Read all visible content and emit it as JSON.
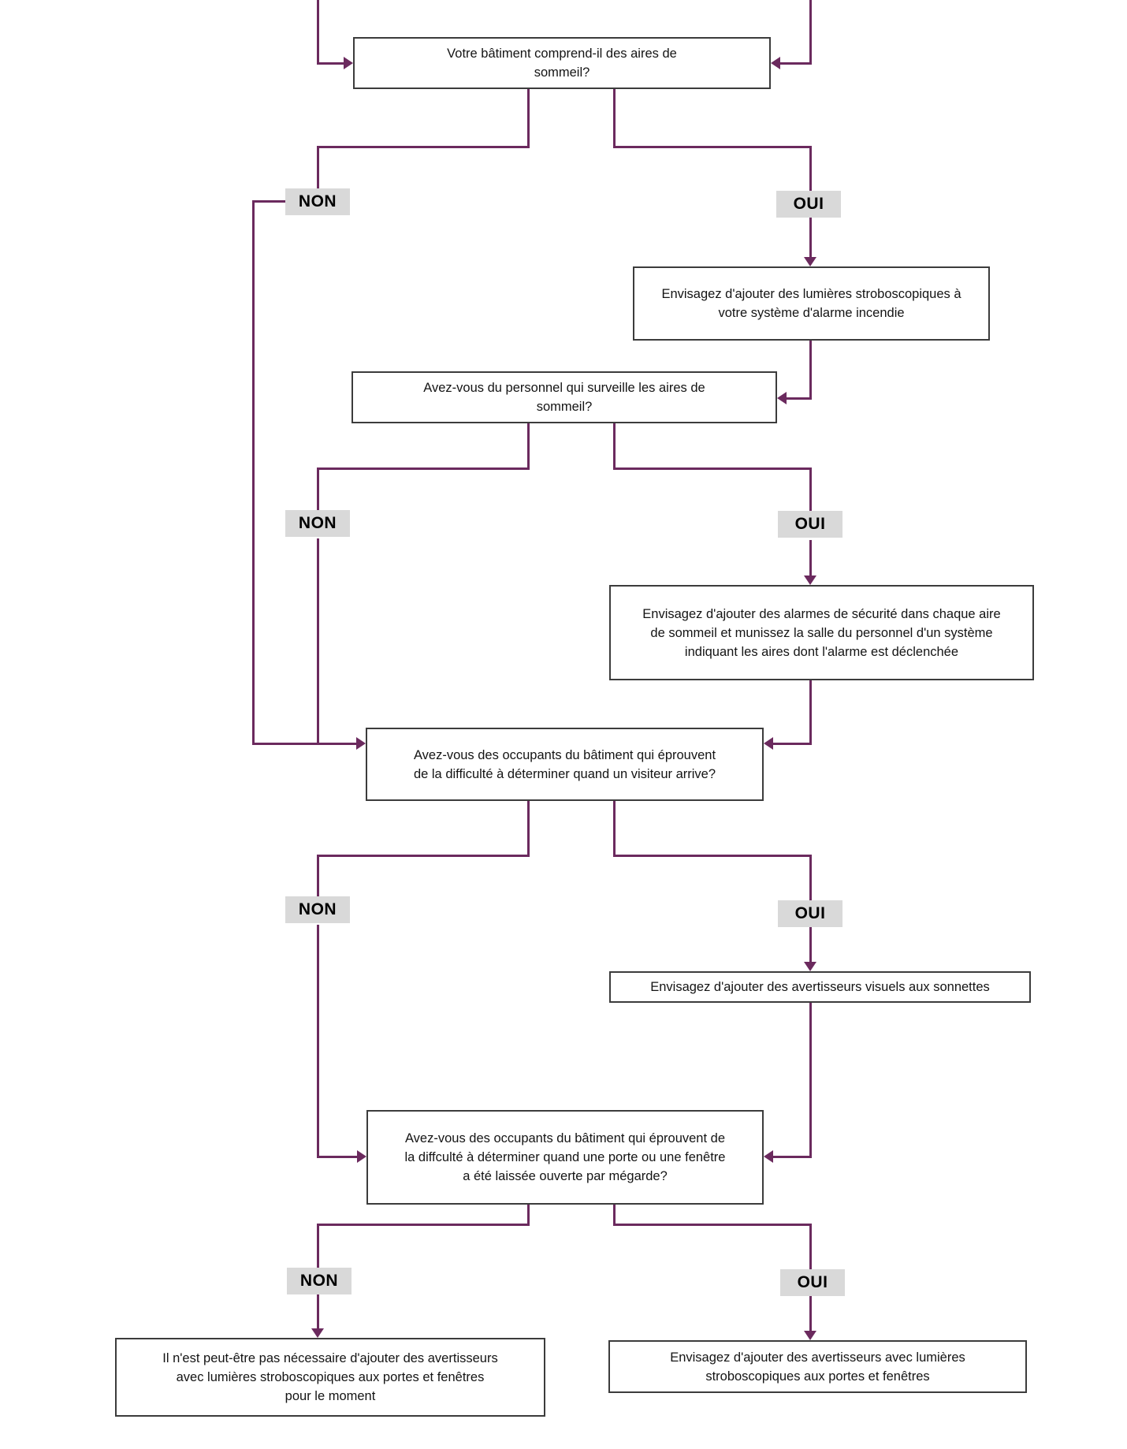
{
  "colors": {
    "connector": "#6b2a5e",
    "box_border": "#3c3c3c",
    "branch_label_background": "#d9d9d9",
    "background": "#ffffff",
    "text": "#141414"
  },
  "labels": {
    "no": "NON",
    "yes": "OUI"
  },
  "nodes": {
    "q1": {
      "type": "question",
      "text": "Votre bâtiment comprend-il des aires de\nsommeil?"
    },
    "a1": {
      "type": "recommendation",
      "text": "Envisagez d'ajouter des lumières stroboscopiques à\nvotre système d'alarme incendie"
    },
    "q2": {
      "type": "question",
      "text": "Avez-vous du personnel qui surveille les aires de\nsommeil?"
    },
    "a2": {
      "type": "recommendation",
      "text": "Envisagez d'ajouter des alarmes de sécurité dans chaque aire\nde sommeil et munissez la salle du personnel d'un système\nindiquant les aires dont l'alarme est déclenchée"
    },
    "q3": {
      "type": "question",
      "text": "Avez-vous des occupants du bâtiment qui éprouvent\nde la difficulté à déterminer quand un visiteur arrive?"
    },
    "a3": {
      "type": "recommendation",
      "text": "Envisagez d'ajouter des avertisseurs visuels aux sonnettes"
    },
    "q4": {
      "type": "question",
      "text": "Avez-vous des occupants du bâtiment qui éprouvent de\nla diffculté à déterminer quand une porte ou une fenêtre\na été laissée ouverte par mégarde?"
    },
    "result_no": {
      "type": "result",
      "text": "Il n'est peut-être pas nécessaire d'ajouter des avertisseurs\navec lumières stroboscopiques aux portes et fenêtres\npour le moment"
    },
    "result_yes": {
      "type": "result",
      "text": "Envisagez d'ajouter des avertisseurs avec lumières\nstroboscopiques aux portes et fenêtres"
    }
  }
}
